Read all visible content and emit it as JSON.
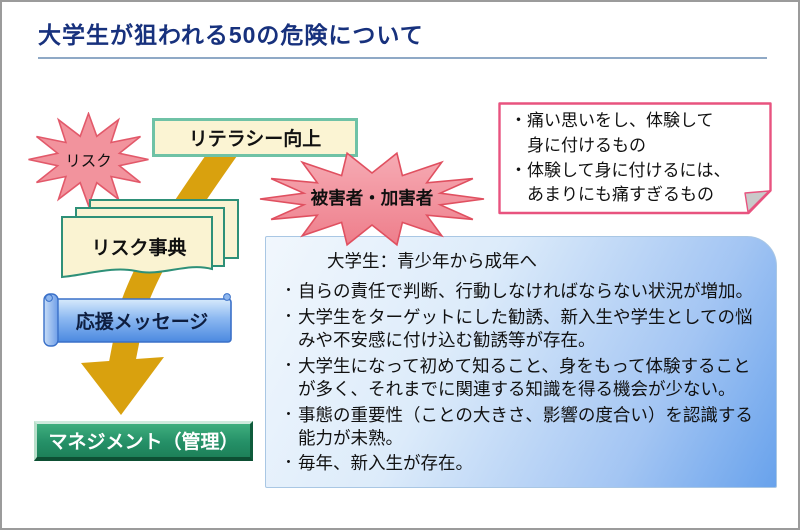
{
  "slide": {
    "title": "大学生が狙われる50の危険について"
  },
  "flow": {
    "risk_burst_label": "リスク",
    "literacy_label": "リテラシー向上",
    "dictionary_label": "リスク事典",
    "actors_burst_label": "被害者・加害者",
    "support_label": "応援メッセージ",
    "management_label": "マネジメント（管理）"
  },
  "pain_note": {
    "line1": "・痛い思いをし、体験して",
    "line2": "身に付けるもの",
    "line3": "・体験して身に付けるには、",
    "line4": "あまりにも痛すぎるもの"
  },
  "panel": {
    "heading": "大学生：青少年から成年へ",
    "bullet_marker": "・",
    "bullets": [
      "自らの責任で判断、行動しなければならない状況が増加。",
      "大学生をターゲットにした勧誘、新入生や学生としての悩みや不安感に付け込む勧誘等が存在。",
      "大学生になって初めて知ること、身をもって体験することが多く、それまでに関連する知識を得る機会が少ない。",
      "事態の重要性（ことの大きさ、影響の度合い）を認識する能力が未熟。",
      "毎年、新入生が存在。"
    ]
  },
  "colors": {
    "title_text": "#17317d",
    "burst_pink": "#f0929c",
    "burst_border": "#e25b68",
    "paper_cream": "#faf3d2",
    "paper_border": "#2e9078",
    "scroll_blue": "#5c97e8",
    "arrow_gold": "#d9a10e",
    "management_green": "#259067",
    "panel_blue_dark": "#68a2ec",
    "note_border": "#e8537f"
  }
}
